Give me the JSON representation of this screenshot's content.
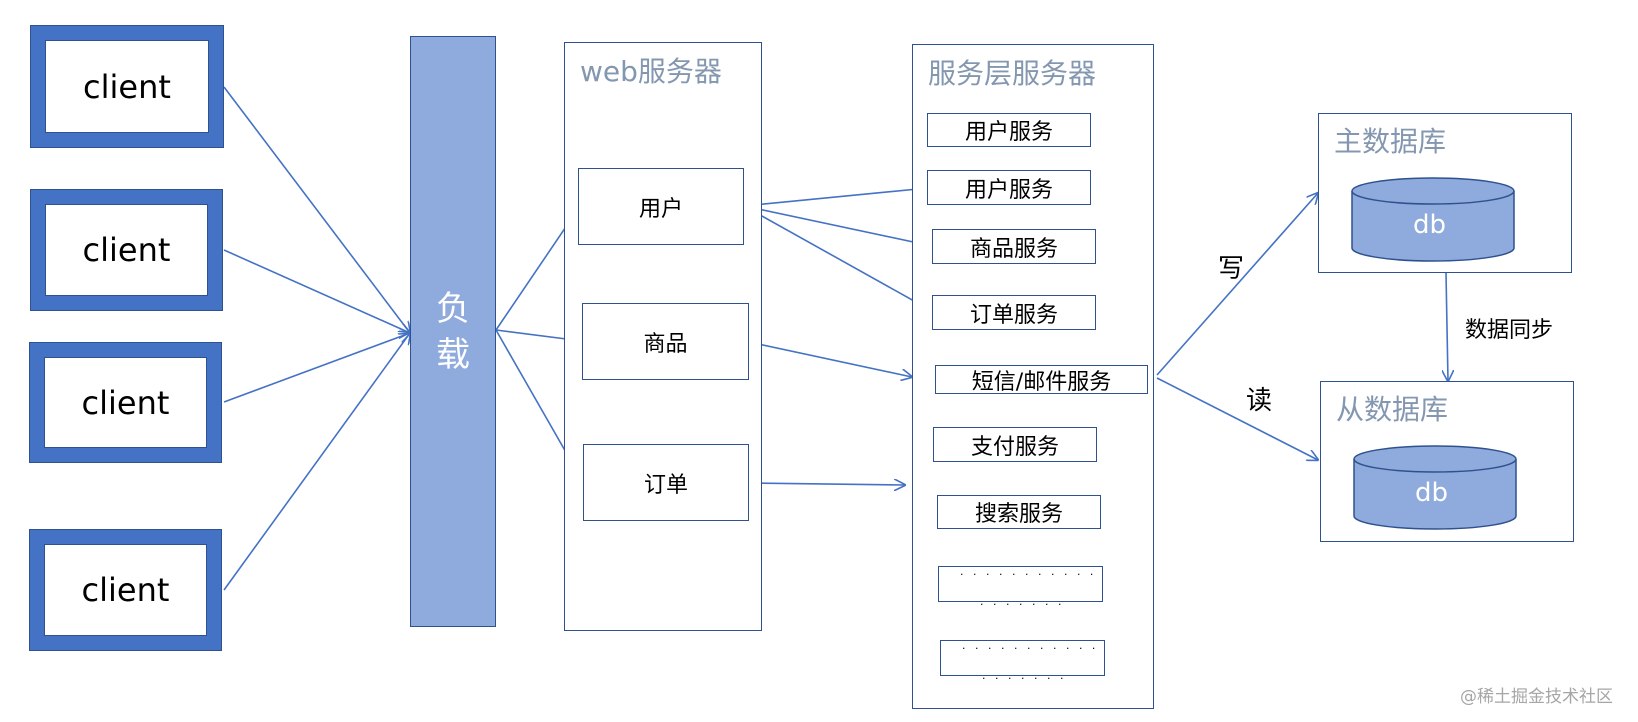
{
  "clients": [
    "client",
    "client",
    "client",
    "client"
  ],
  "load_balancer": {
    "chars": [
      "负",
      "载"
    ]
  },
  "web_server": {
    "title": "web服务器",
    "items": [
      "用户",
      "商品",
      "订单"
    ]
  },
  "service_layer": {
    "title": "服务层服务器",
    "items": [
      "用户服务",
      "用户服务",
      "商品服务",
      "订单服务",
      "短信/邮件服务",
      "支付服务",
      "搜索服务"
    ],
    "ellipsis_top": "· · · · · · · · · · ·",
    "ellipsis_bottom": "· · · · · · ·"
  },
  "master_db": {
    "title": "主数据库",
    "label": "db"
  },
  "slave_db": {
    "title": "从数据库",
    "label": "db"
  },
  "edge_labels": {
    "write": "写",
    "read": "读",
    "sync": "数据同步"
  },
  "watermark": "@稀土掘金技术社区",
  "colors": {
    "primary_blue": "#4472c4",
    "light_blue": "#8faadc",
    "border_blue": "#2f528f",
    "title_gray": "#8497b0"
  }
}
